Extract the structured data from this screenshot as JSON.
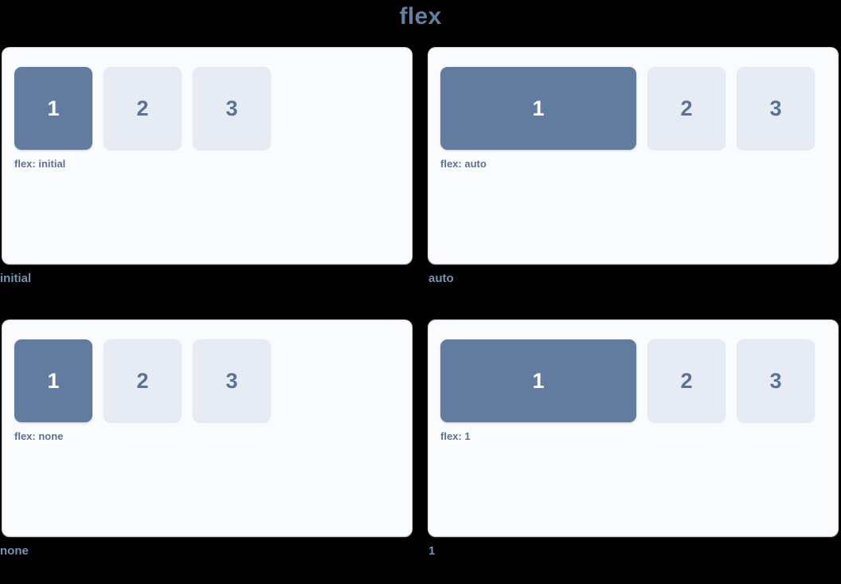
{
  "page": {
    "title": "flex",
    "background_color": "#000000",
    "title_color": "#64809f"
  },
  "colors": {
    "primary_item": "#617c9f",
    "muted_item": "#e6ebf4",
    "panel_background": "#fafbfd",
    "caption_text": "#5b7294",
    "label_text": "#7591b5"
  },
  "demos": [
    {
      "label": "initial",
      "caption": "flex: initial",
      "mode": "initial",
      "items": [
        {
          "text": "1",
          "variant": "primary"
        },
        {
          "text": "2",
          "variant": "muted"
        },
        {
          "text": "3",
          "variant": "muted"
        }
      ]
    },
    {
      "label": "auto",
      "caption": "flex: auto",
      "mode": "auto",
      "items": [
        {
          "text": "1",
          "variant": "primary"
        },
        {
          "text": "2",
          "variant": "muted"
        },
        {
          "text": "3",
          "variant": "muted"
        }
      ]
    },
    {
      "label": "none",
      "caption": "flex: none",
      "mode": "none",
      "items": [
        {
          "text": "1",
          "variant": "primary"
        },
        {
          "text": "2",
          "variant": "muted"
        },
        {
          "text": "3",
          "variant": "muted"
        }
      ]
    },
    {
      "label": "1",
      "caption": "flex: 1",
      "mode": "one",
      "items": [
        {
          "text": "1",
          "variant": "primary"
        },
        {
          "text": "2",
          "variant": "muted"
        },
        {
          "text": "3",
          "variant": "muted"
        }
      ]
    }
  ]
}
